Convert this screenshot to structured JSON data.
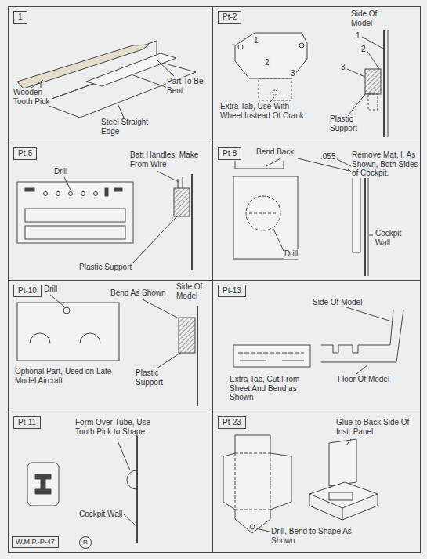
{
  "diagram": {
    "nodes": [
      {
        "text": [
          "1"
        ]
      },
      {
        "text": [
          "Pt-2"
        ]
      },
      {
        "text": [
          "Pt-5"
        ]
      },
      {
        "text": [
          "Pt-8"
        ]
      },
      {
        "text": [
          "Pt-10"
        ]
      },
      {
        "text": [
          "Pt-13"
        ]
      },
      {
        "text": [
          "Pt-11"
        ]
      },
      {
        "text": [
          "Pt-23"
        ]
      },
      {
        "text": [
          "W.M.P.-P-47"
        ],
        "in": 6
      },
      {
        "text": [
          "R"
        ],
        "in": 6
      }
    ],
    "labels": [
      "Wooden Tooth Pick",
      "Part To Be Bent",
      "Steel Straight Edge",
      "1",
      "2",
      "3",
      "Side Of Model",
      "1",
      "2",
      "3",
      "Extra Tab, Use With Wheel Instead Of Crank",
      "Plastic Support",
      "Drill",
      "Batt Handles, Make From Wire",
      "Plastic Support",
      "Bend Back",
      ".055",
      "Remove Mat, l. As Shown, Both Sides of Cockpit.",
      "Drill",
      "Cockpit Wall",
      "Drill",
      "Bend As Shown",
      "Side Of Model",
      "Optional Part, Used on Late Model Aircraft",
      "Plastic Support",
      "Side Of Model",
      "Extra Tab, Cut From Sheet And Bend as Shown",
      "Floor Of Model",
      "Form Over Tube, Use Tooth Pick to Shape",
      "Cockpit Wall",
      "Glue to Back Side Of Inst. Panel",
      "Drill, Bend to Shape As Shown"
    ]
  }
}
